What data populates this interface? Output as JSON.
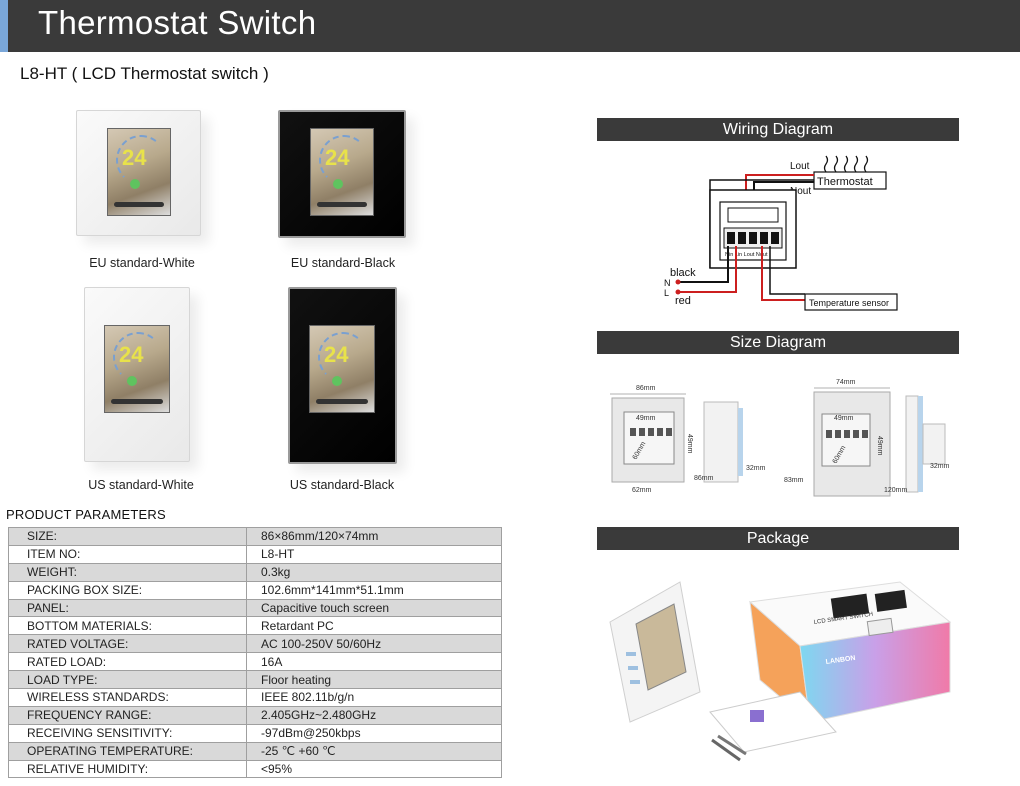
{
  "header": {
    "title": "Thermostat Switch"
  },
  "subtitle": "L8-HT ( LCD Thermostat switch )",
  "products": [
    {
      "caption": "EU standard-White",
      "screen_temp": "24"
    },
    {
      "caption": "EU standard-Black",
      "screen_temp": "24"
    },
    {
      "caption": "US standard-White",
      "screen_temp": "24"
    },
    {
      "caption": "US standard-Black",
      "screen_temp": "24"
    }
  ],
  "params": {
    "title": "PRODUCT PARAMETERS",
    "rows": [
      {
        "key": "SIZE:",
        "value": "86×86mm/120×74mm"
      },
      {
        "key": "ITEM NO:",
        "value": "L8-HT"
      },
      {
        "key": "WEIGHT:",
        "value": "0.3kg"
      },
      {
        "key": "PACKING BOX SIZE:",
        "value": "102.6mm*141mm*51.1mm"
      },
      {
        "key": "PANEL:",
        "value": "Capacitive touch screen"
      },
      {
        "key": "BOTTOM MATERIALS:",
        "value": "Retardant PC"
      },
      {
        "key": "RATED VOLTAGE:",
        "value": "AC 100-250V 50/60Hz"
      },
      {
        "key": "RATED LOAD:",
        "value": "16A"
      },
      {
        "key": "LOAD TYPE:",
        "value": "Floor heating"
      },
      {
        "key": "WIRELESS STANDARDS:",
        "value": "IEEE 802.11b/g/n"
      },
      {
        "key": "FREQUENCY RANGE:",
        "value": "2.405GHz~2.480GHz"
      },
      {
        "key": "RECEIVING SENSITIVITY:",
        "value": "-97dBm@250kbps"
      },
      {
        "key": "OPERATING TEMPERATURE:",
        "value": " -25 ℃ +60 ℃"
      },
      {
        "key": "RELATIVE HUMIDITY:",
        "value": "<95%"
      }
    ]
  },
  "wiring": {
    "title": "Wiring Diagram",
    "lout": "Lout",
    "nout": "Nout",
    "thermostat": "Thermostat",
    "black": "black",
    "n": "N",
    "l": "L",
    "red": "red",
    "sensor": "Temperature sensor",
    "terminals": "Nin Lin Lout Nout"
  },
  "size": {
    "title": "Size Diagram",
    "eu_width": "86mm",
    "eu_inner_w": "49mm",
    "eu_inner_h": "49mm",
    "eu_diag": "60mm",
    "eu_bottom": "62mm",
    "eu_side_h": "86mm",
    "eu_depth": "32mm",
    "us_width": "74mm",
    "us_inner_w": "49mm",
    "us_inner_h": "49mm",
    "us_diag": "60mm",
    "us_left": "83mm",
    "us_side_h": "120mm",
    "us_depth": "32mm"
  },
  "package": {
    "title": "Package",
    "brand": "LANBON",
    "box_text": "LCD SMART SWITCH"
  },
  "colors": {
    "header_bg": "#3a3a3a",
    "accent": "#7aa7d9",
    "wire_red": "#cc1f1f"
  }
}
